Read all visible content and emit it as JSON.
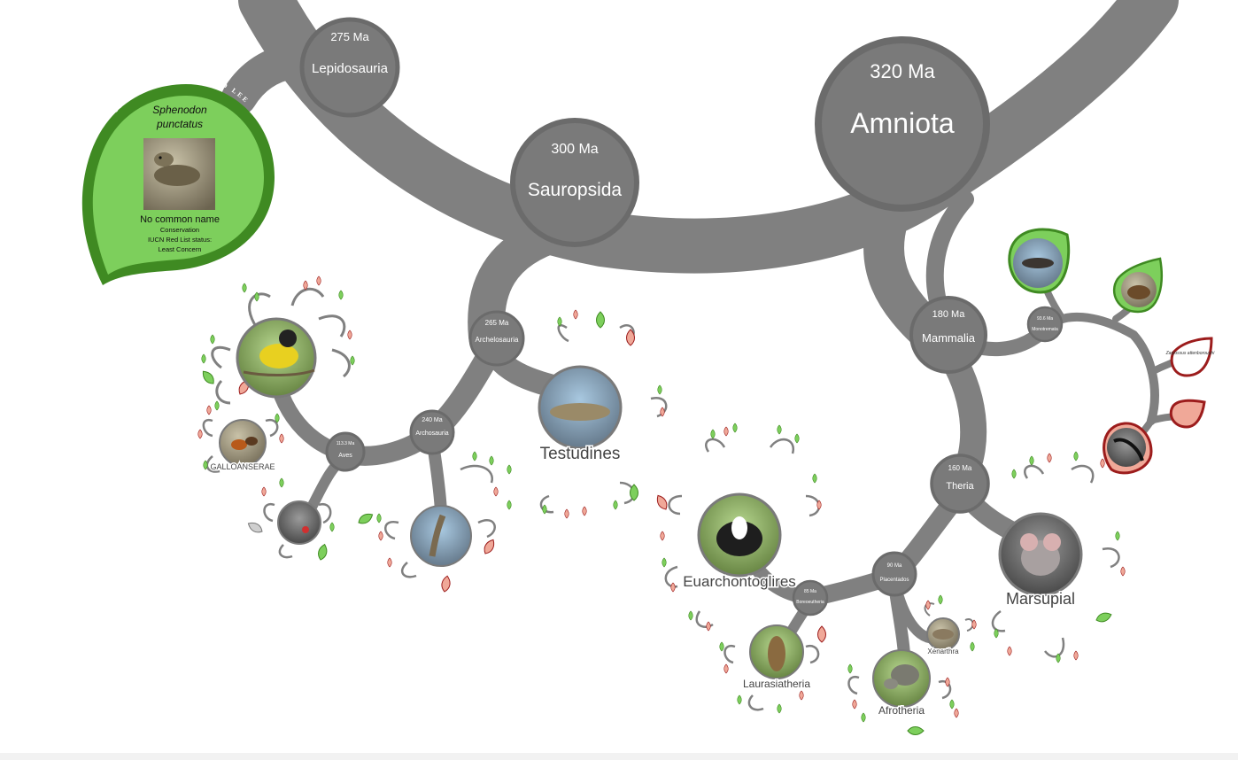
{
  "colors": {
    "branch": "#808080",
    "node_fill": "#7a7a7a",
    "node_ring": "#6b6b6b",
    "leaf_green": "#7dcf5c",
    "leaf_green_edge": "#3f8a22",
    "leaf_red": "#f0a898",
    "leaf_red_edge": "#9c1c1c",
    "leaf_grey": "#cfcfcf"
  },
  "nodes": {
    "amniota": {
      "age": "320 Ma",
      "name": "Amniota"
    },
    "sauropsida": {
      "age": "300 Ma",
      "name": "Sauropsida"
    },
    "lepidosauria": {
      "age": "275 Ma",
      "name": "Lepidosauria"
    },
    "archelosauria": {
      "age": "265 Ma",
      "name": "Archelosauria"
    },
    "archosauria": {
      "age": "240 Ma",
      "name": "Archosauria"
    },
    "aves": {
      "age": "113.3 Ma",
      "name": "Aves"
    },
    "mammalia": {
      "age": "180 Ma",
      "name": "Mammalia"
    },
    "monotremata": {
      "age": "93.6 Ma",
      "name": "Monotremata"
    },
    "theria": {
      "age": "160 Ma",
      "name": "Theria"
    },
    "placentados": {
      "age": "90 Ma",
      "name": "Placentados"
    },
    "boreoeutheria": {
      "age": "85 Ma",
      "name": "Boreoeutheria"
    }
  },
  "clades": {
    "galloanserae": "GALLOANSERAE",
    "testudines": "Testudines",
    "euarchontoglires": "Euarchontoglires",
    "laurasiatheria": "Laurasiatheria",
    "xenarthra": "Xenarthra",
    "afrotheria": "Afrotheria",
    "marsupial": "Marsupial"
  },
  "leaf_labels": {
    "zaglossus": "Zaglossus attenboroughi"
  },
  "sponsor_card": {
    "banner": "SPONSORED BY ERLEND LEE",
    "species_line1": "Sphenodon",
    "species_line2": "punctatus",
    "common_name": "No common name",
    "conservation": "Conservation",
    "iucn": "IUCN Red List status:",
    "status": "Least Concern"
  }
}
